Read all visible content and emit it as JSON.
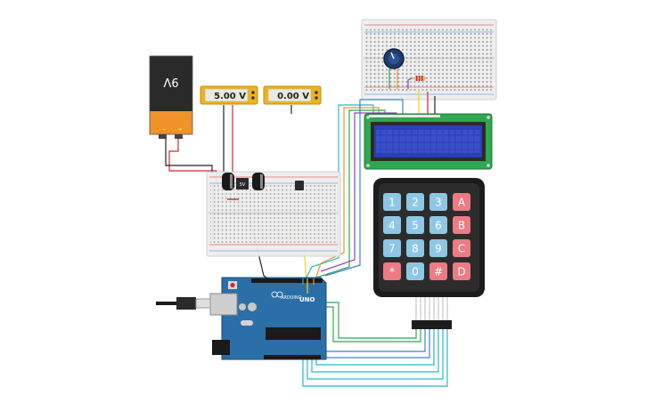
{
  "battery": {
    "label": "9V"
  },
  "multimeter_left": {
    "reading": "5.00 V"
  },
  "multimeter_right": {
    "reading": "0.00 V"
  },
  "regulator": {
    "label": "5V"
  },
  "keypad": {
    "keys": [
      "1",
      "2",
      "3",
      "A",
      "4",
      "5",
      "6",
      "B",
      "7",
      "8",
      "9",
      "C",
      "*",
      "0",
      "#",
      "D"
    ],
    "number_color": "#8ec7e6",
    "letter_color": "#ec7b83"
  },
  "arduino": {
    "logo": "ARDUINO",
    "model": "UNO",
    "board_color": "#2a6fa8"
  },
  "colors": {
    "wire_red": "#d9262b",
    "wire_black": "#222222",
    "wire_orange": "#f0932b",
    "wire_yellow": "#e6d51a",
    "wire_green": "#2fa84f",
    "wire_blue": "#3d7fd9",
    "wire_cyan": "#2bb6c9",
    "wire_purple": "#8d43b8",
    "lcd_screen": "#2b3fb7",
    "breadboard": "#eeeeee"
  }
}
